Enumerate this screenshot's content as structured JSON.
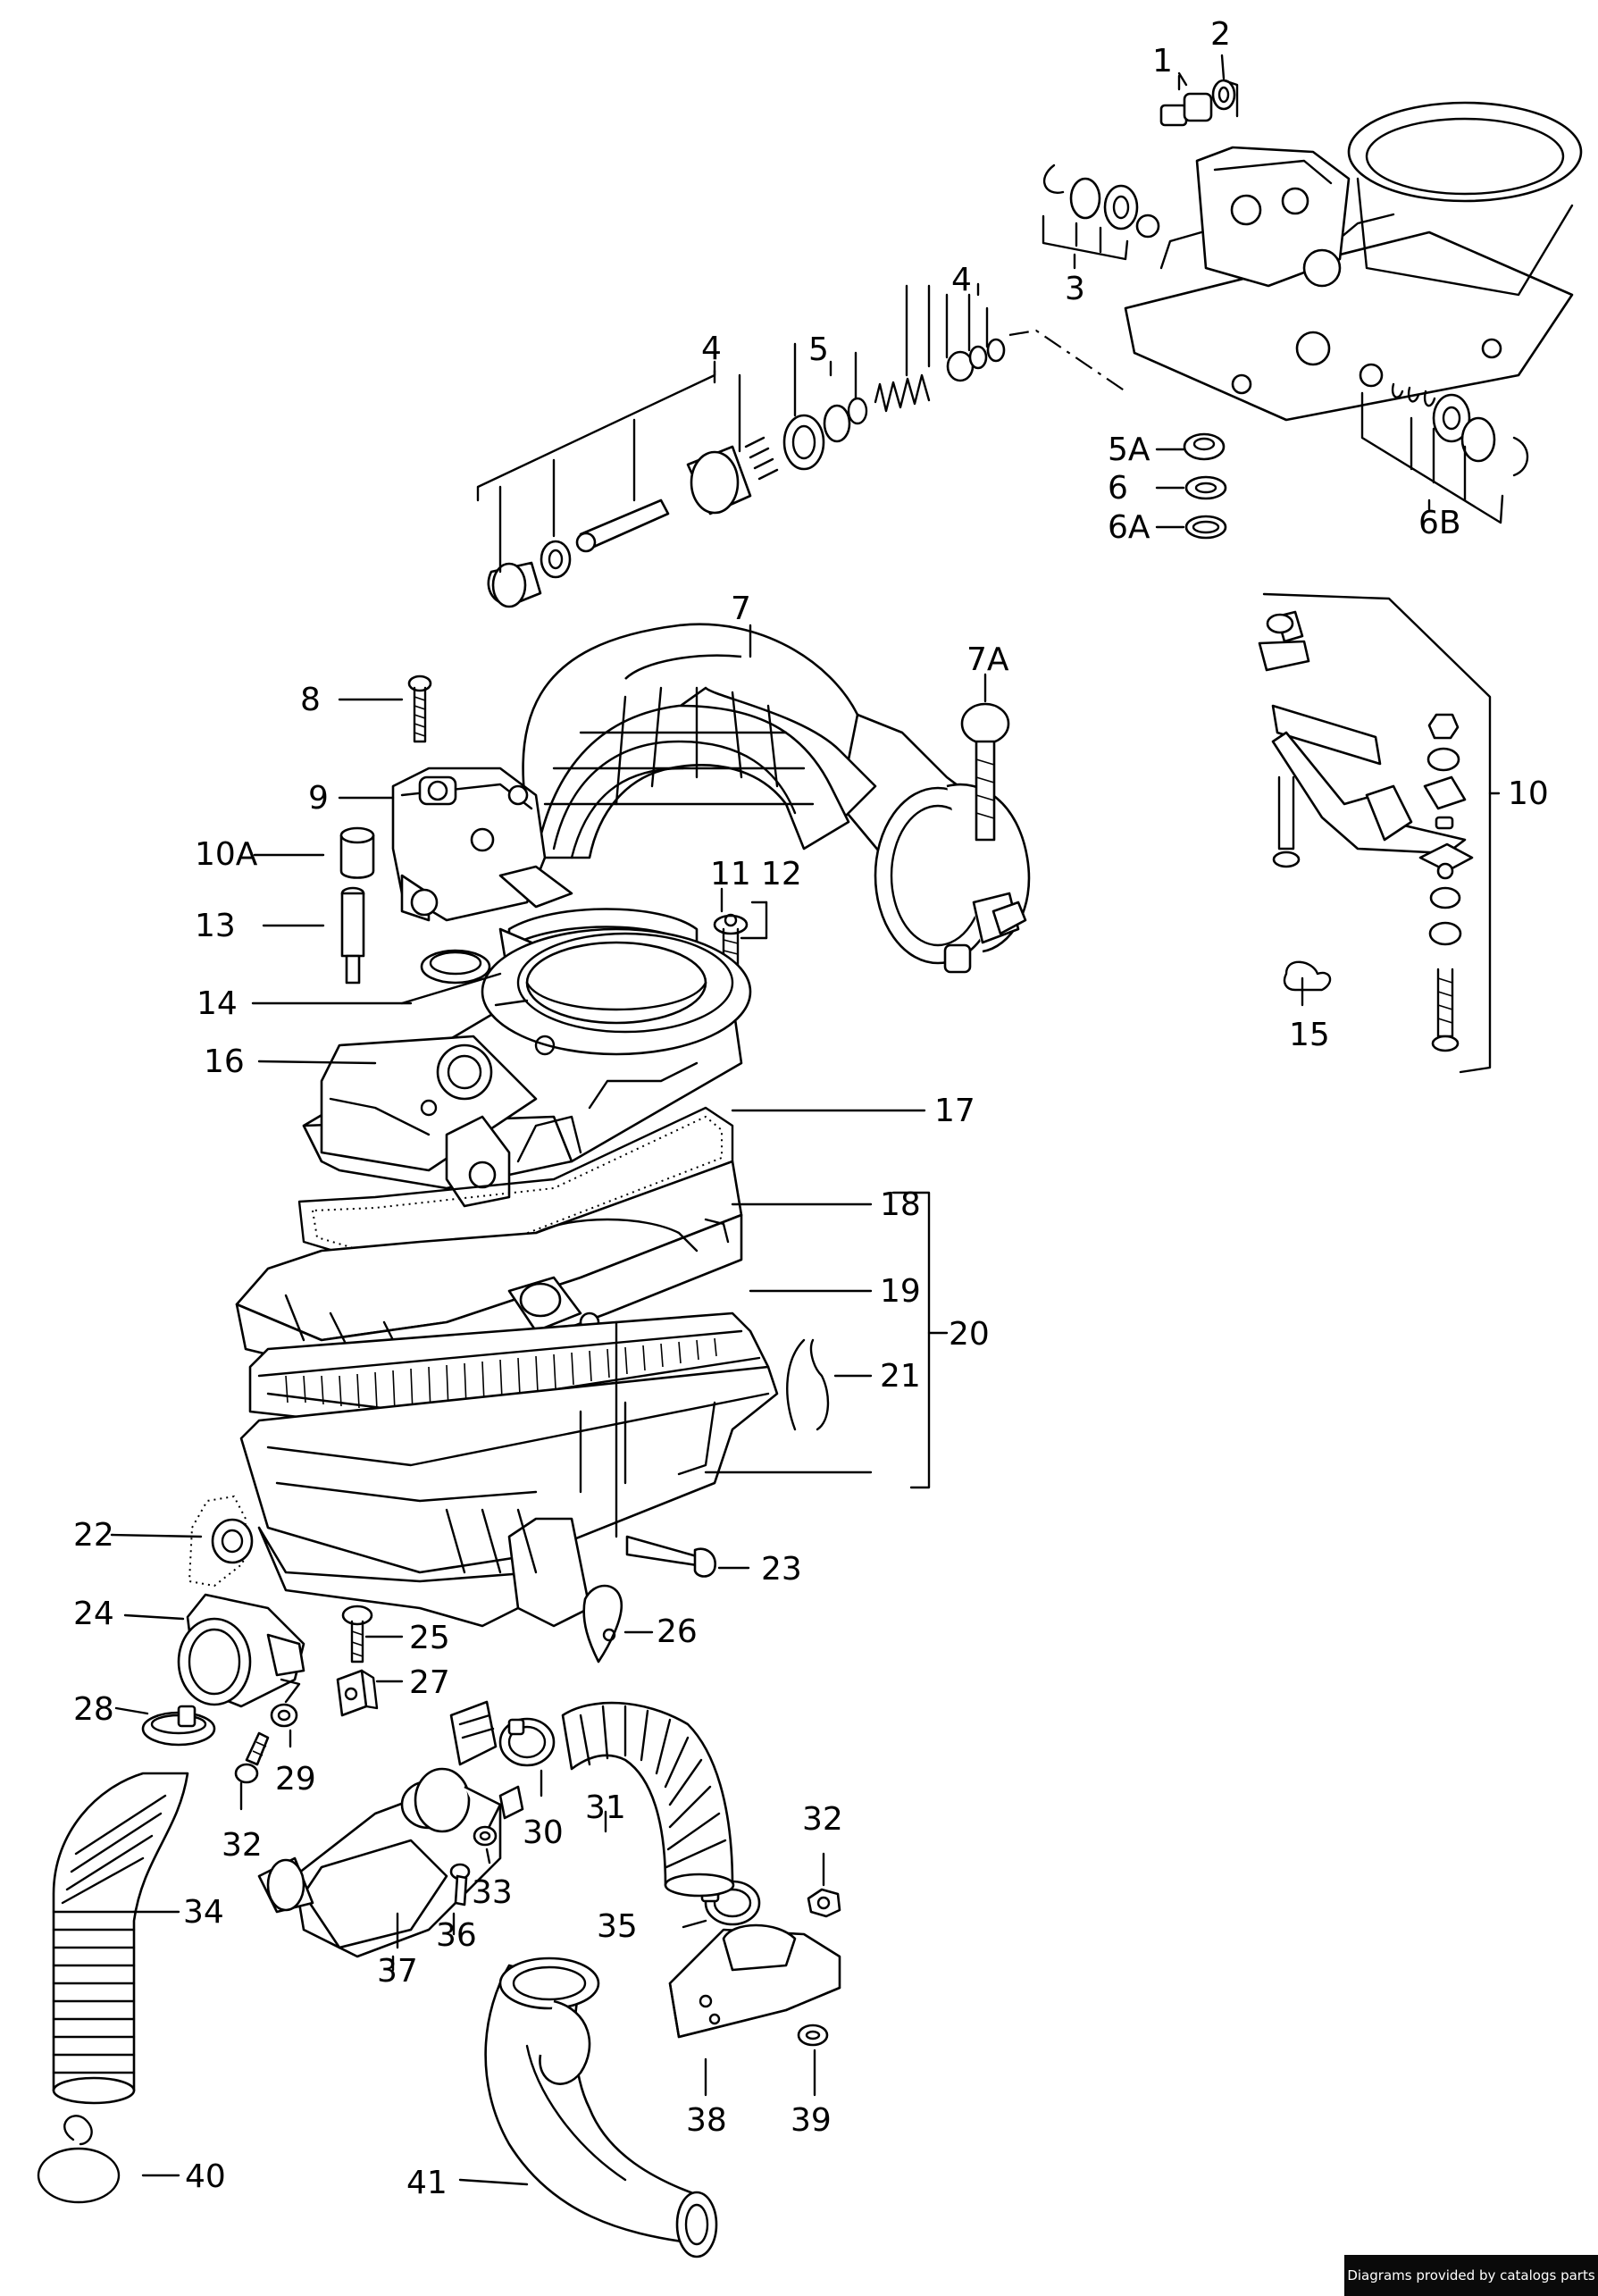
{
  "credit": "Diagrams provided by catalogs parts",
  "callouts": [
    "1",
    "2",
    "3",
    "4",
    "4",
    "5",
    "5A",
    "6",
    "6A",
    "6B",
    "7",
    "7A",
    "8",
    "9",
    "10",
    "10A",
    "11",
    "12",
    "13",
    "14",
    "15",
    "16",
    "17",
    "18",
    "19",
    "20",
    "21",
    "22",
    "23",
    "24",
    "25",
    "26",
    "27",
    "28",
    "29",
    "30",
    "31",
    "32",
    "32",
    "33",
    "34",
    "35",
    "36",
    "37",
    "38",
    "39",
    "40",
    "41"
  ]
}
